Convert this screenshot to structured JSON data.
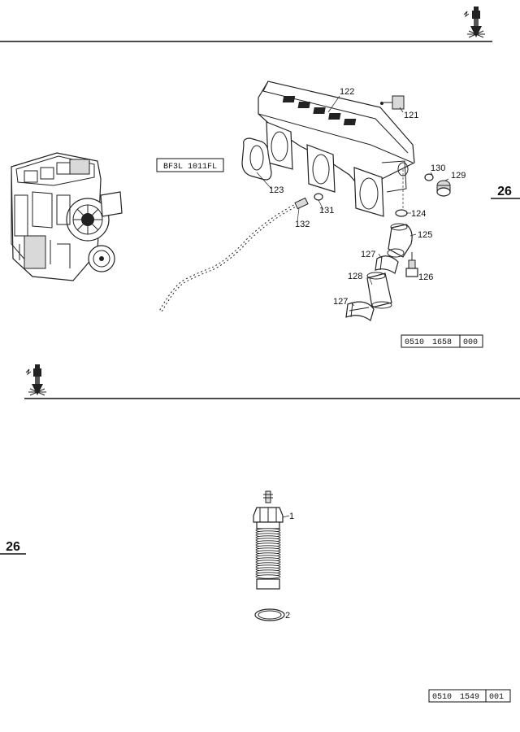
{
  "section_number_top": "26",
  "section_number_bottom": "26",
  "model_label": "BF3L 1011FL",
  "figure1": {
    "ref_code_parts": [
      "0510",
      "1658",
      "000"
    ],
    "callouts": [
      {
        "id": "c122",
        "text": "122"
      },
      {
        "id": "c121",
        "text": "121"
      },
      {
        "id": "c130",
        "text": "130"
      },
      {
        "id": "c129",
        "text": "129"
      },
      {
        "id": "c123",
        "text": "123"
      },
      {
        "id": "c131",
        "text": "131"
      },
      {
        "id": "c132",
        "text": "132"
      },
      {
        "id": "c124",
        "text": "124"
      },
      {
        "id": "c125",
        "text": "125"
      },
      {
        "id": "c127a",
        "text": "127"
      },
      {
        "id": "c128",
        "text": "128"
      },
      {
        "id": "c126",
        "text": "126"
      },
      {
        "id": "c127b",
        "text": "127"
      }
    ]
  },
  "figure2": {
    "ref_code_parts": [
      "0510",
      "1549",
      "001"
    ],
    "callouts": [
      {
        "id": "d1",
        "text": "1"
      },
      {
        "id": "d2",
        "text": "2"
      }
    ]
  },
  "icons": [
    "glow-plug-icon",
    "glow-plug-icon"
  ]
}
